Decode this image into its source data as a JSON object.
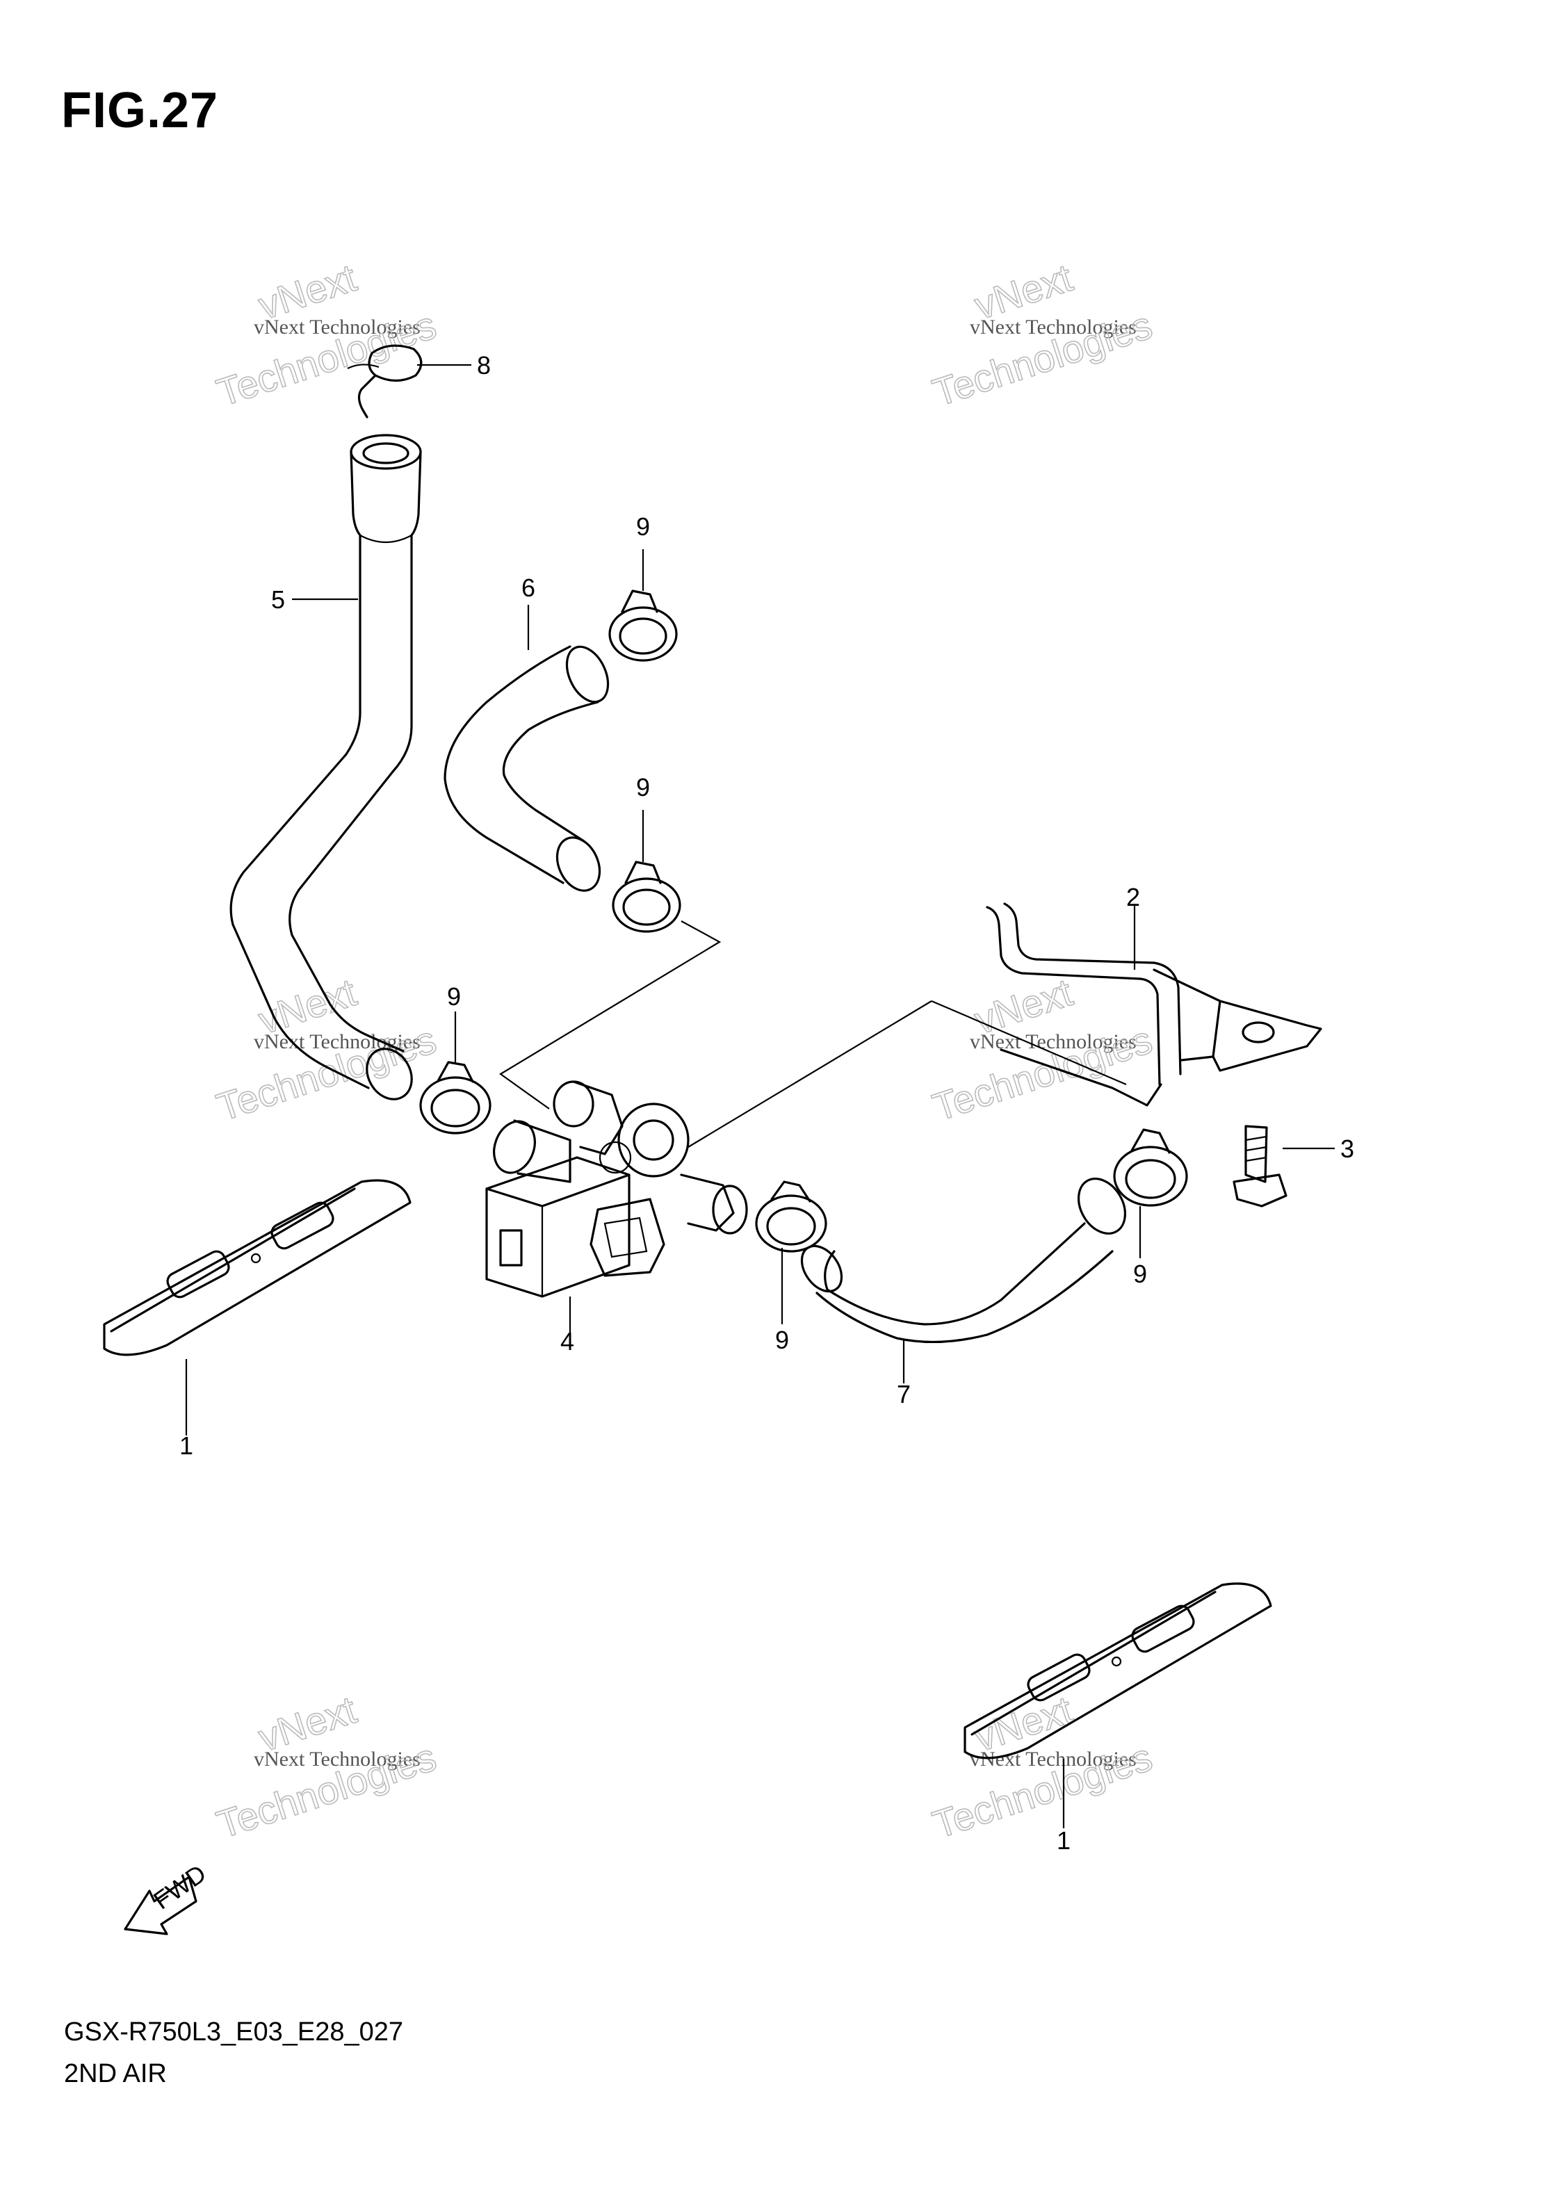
{
  "figure": {
    "title": "FIG.27",
    "model_code": "GSX-R750L3_E03_E28_027",
    "section_name": "2ND AIR",
    "fwd_label": "FWD"
  },
  "watermark": {
    "line1": "vNext",
    "line2": "vNext Technologies",
    "line3": "Technologies"
  },
  "callouts": [
    "1",
    "1",
    "2",
    "3",
    "4",
    "5",
    "6",
    "7",
    "8",
    "9",
    "9",
    "9",
    "9",
    "9"
  ]
}
